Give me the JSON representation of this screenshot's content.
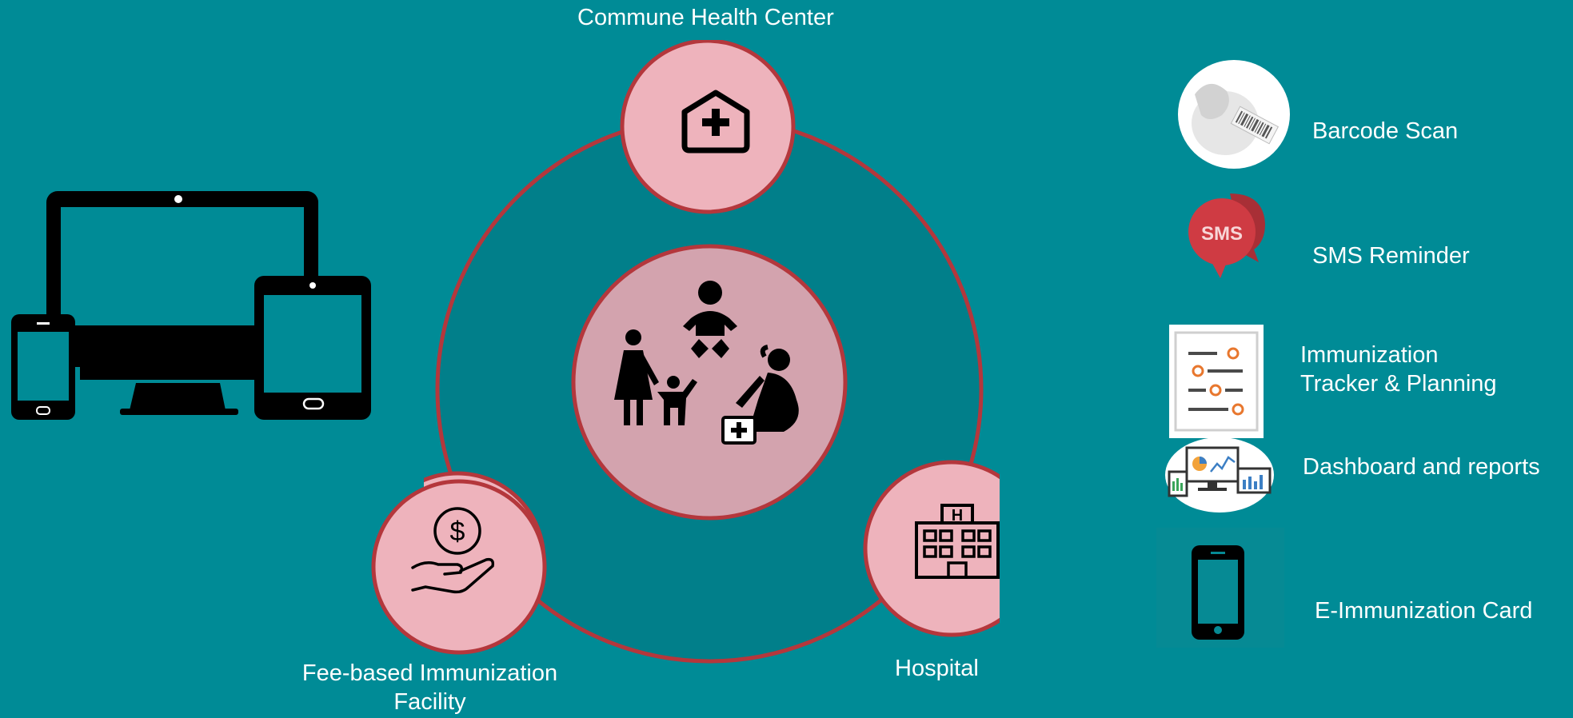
{
  "diagram": {
    "nodes": {
      "top": {
        "label": "Commune Health Center",
        "icon": "health-center-icon"
      },
      "bottom_left": {
        "label_line1": "Fee-based Immunization",
        "label_line2": "Facility",
        "icon": "money-hand-icon"
      },
      "bottom_right": {
        "label": "Hospital",
        "icon": "hospital-building-icon"
      },
      "center": {
        "icon": "family-mother-child-baby-pregnant-icon"
      }
    },
    "devices": {
      "icon": "multi-device-icon"
    }
  },
  "features": [
    {
      "label": "Barcode Scan",
      "icon": "barcode-scan-icon"
    },
    {
      "label": "SMS Reminder",
      "icon": "sms-bubble-icon"
    },
    {
      "label_line1": "Immunization",
      "label_line2": "Tracker & Planning",
      "icon": "tracker-list-icon"
    },
    {
      "label": "Dashboard and reports",
      "icon": "dashboard-devices-icon"
    },
    {
      "label": "E-Immunization Card",
      "icon": "mobile-phone-icon"
    }
  ],
  "colors": {
    "background": "#008b96",
    "ring_fill": "#017f8a",
    "ring_stroke": "#b4373c",
    "node_fill": "#eeb3bc",
    "center_fill": "#d3a3ae",
    "label_text": "#ffffff"
  }
}
